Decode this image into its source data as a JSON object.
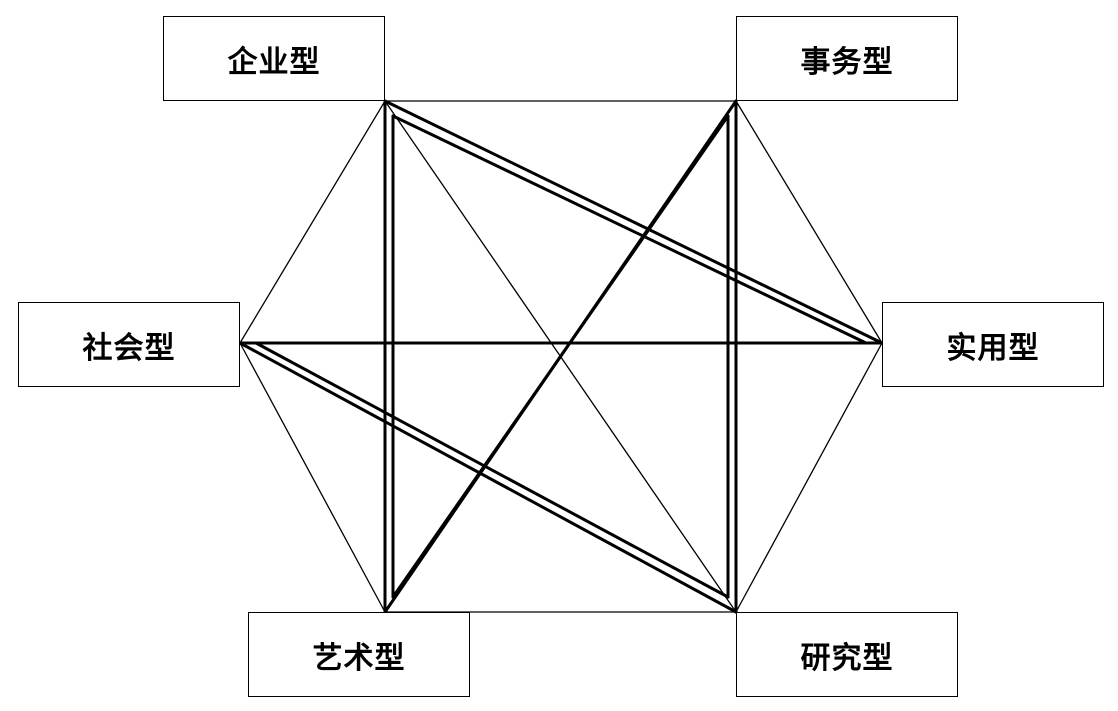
{
  "diagram": {
    "nodes": {
      "enterprising": "企业型",
      "conventional": "事务型",
      "social": "社会型",
      "realistic": "实用型",
      "artistic": "艺术型",
      "investigative": "研究型"
    },
    "thin_edges": [
      [
        "enterprising",
        "conventional"
      ],
      [
        "conventional",
        "realistic"
      ],
      [
        "realistic",
        "investigative"
      ],
      [
        "investigative",
        "artistic"
      ],
      [
        "artistic",
        "social"
      ],
      [
        "social",
        "enterprising"
      ],
      [
        "enterprising",
        "investigative"
      ],
      [
        "conventional",
        "artistic"
      ],
      [
        "social",
        "realistic"
      ]
    ],
    "double_edges": [
      [
        "enterprising",
        "artistic"
      ],
      [
        "artistic",
        "conventional"
      ],
      [
        "conventional",
        "investigative"
      ],
      [
        "investigative",
        "social"
      ],
      [
        "social",
        "realistic"
      ],
      [
        "realistic",
        "enterprising"
      ]
    ],
    "line_color": "#000000"
  }
}
